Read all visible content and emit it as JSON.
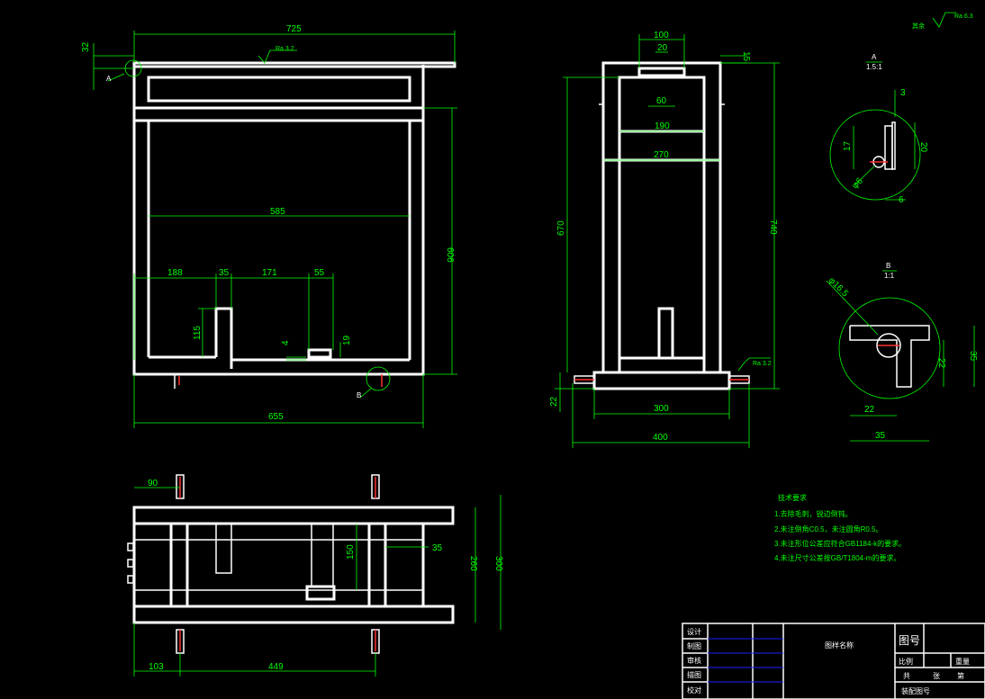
{
  "roughness_global": "Ra 6.3",
  "roughness_global_prefix": "其余",
  "front_view": {
    "dims": {
      "width_top": "725",
      "height": "606",
      "width_bottom": "655",
      "top_offset": "32",
      "inner_width": "585",
      "d188": "188",
      "d35": "35",
      "d171": "171",
      "d55": "55",
      "d115": "115",
      "d4": "4",
      "d19": "19"
    },
    "roughness": "Ra 3.2",
    "label_A": "A",
    "label_B": "B"
  },
  "side_view": {
    "dims": {
      "d100": "100",
      "d20": "20",
      "d15": "15",
      "d60": "60",
      "d190": "190",
      "d270": "270",
      "d670": "670",
      "d740": "740",
      "d22": "22",
      "d300": "300",
      "d400": "400"
    },
    "roughness": "Ra 3.2"
  },
  "top_view": {
    "dims": {
      "d90": "90",
      "d150": "150",
      "d35": "35",
      "d260": "260",
      "d300": "300",
      "d103": "103",
      "d449": "449"
    }
  },
  "detail_A": {
    "label": "A",
    "scale": "1.5:1",
    "dims": {
      "d3": "3",
      "d17": "17",
      "d20": "20",
      "d6": "6",
      "phi6": "φ6"
    }
  },
  "detail_B": {
    "label": "B",
    "scale": "1:1",
    "dims": {
      "phi16": "φ16.5",
      "d22a": "22",
      "d22b": "22",
      "d35a": "35",
      "d35b": "35"
    }
  },
  "tech_req": {
    "title": "技术要求",
    "items": [
      "1.去除毛刺，锐边倒钝。",
      "2.未注倒角C0.5，未注圆角R0.5。",
      "3.未注形位公差应符合GB1184-k的要求。",
      "4.未注尺寸公差按GB/T1804-m的要求。"
    ]
  },
  "title_block": {
    "rows": [
      "设计",
      "制图",
      "审核",
      "描图",
      "校对"
    ],
    "drawing_name": "图样名称",
    "drawing_no": "图号",
    "scale_label": "比例",
    "weight_label": "重量",
    "total_label": "共",
    "sheet_label": "张",
    "page_label": "第",
    "assembly_no": "装配图号"
  }
}
